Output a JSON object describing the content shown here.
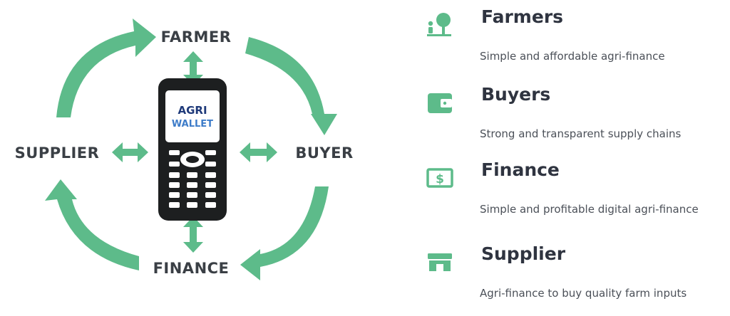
{
  "colors": {
    "accent_green": "#5dbb8a",
    "phone_body": "#1d1f20",
    "brand_navy": "#1f3a7a",
    "brand_blue": "#3d7cc9",
    "label_dark": "#3a3f45"
  },
  "diagram": {
    "nodes": {
      "farmer": "FARMER",
      "buyer": "BUYER",
      "finance": "FINANCE",
      "supplier": "SUPPLIER"
    },
    "phone": {
      "brand_line1": "AGRI",
      "brand_line2": "WALLET"
    }
  },
  "panel": {
    "items": [
      {
        "icon": "farmer-tree-icon",
        "title": "Farmers",
        "description": "Simple and affordable agri-finance"
      },
      {
        "icon": "wallet-icon",
        "title": "Buyers",
        "description": "Strong and transparent supply chains"
      },
      {
        "icon": "dollar-bill-icon",
        "title": "Finance",
        "description": "Simple and profitable digital agri-finance"
      },
      {
        "icon": "storefront-icon",
        "title": "Supplier",
        "description": "Agri-finance to buy quality farm inputs"
      }
    ]
  }
}
